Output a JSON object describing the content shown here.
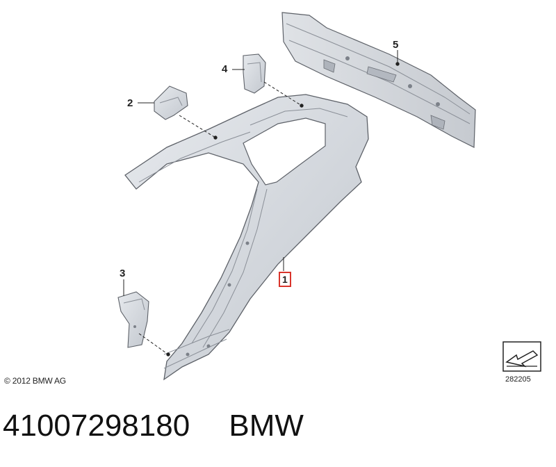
{
  "callouts": {
    "c1": "1",
    "c2": "2",
    "c3": "3",
    "c4": "4",
    "c5": "5"
  },
  "copyright": "© 2012 BMW AG",
  "reference_number": "282205",
  "part_number": "41007298180",
  "brand": "BMW",
  "colors": {
    "panel": "#d7dbe1",
    "panel_dark": "#b9bec6",
    "outline": "#5d6168",
    "highlight": "#d9342b"
  },
  "icons": {
    "reference": "arrow-reference-icon"
  }
}
